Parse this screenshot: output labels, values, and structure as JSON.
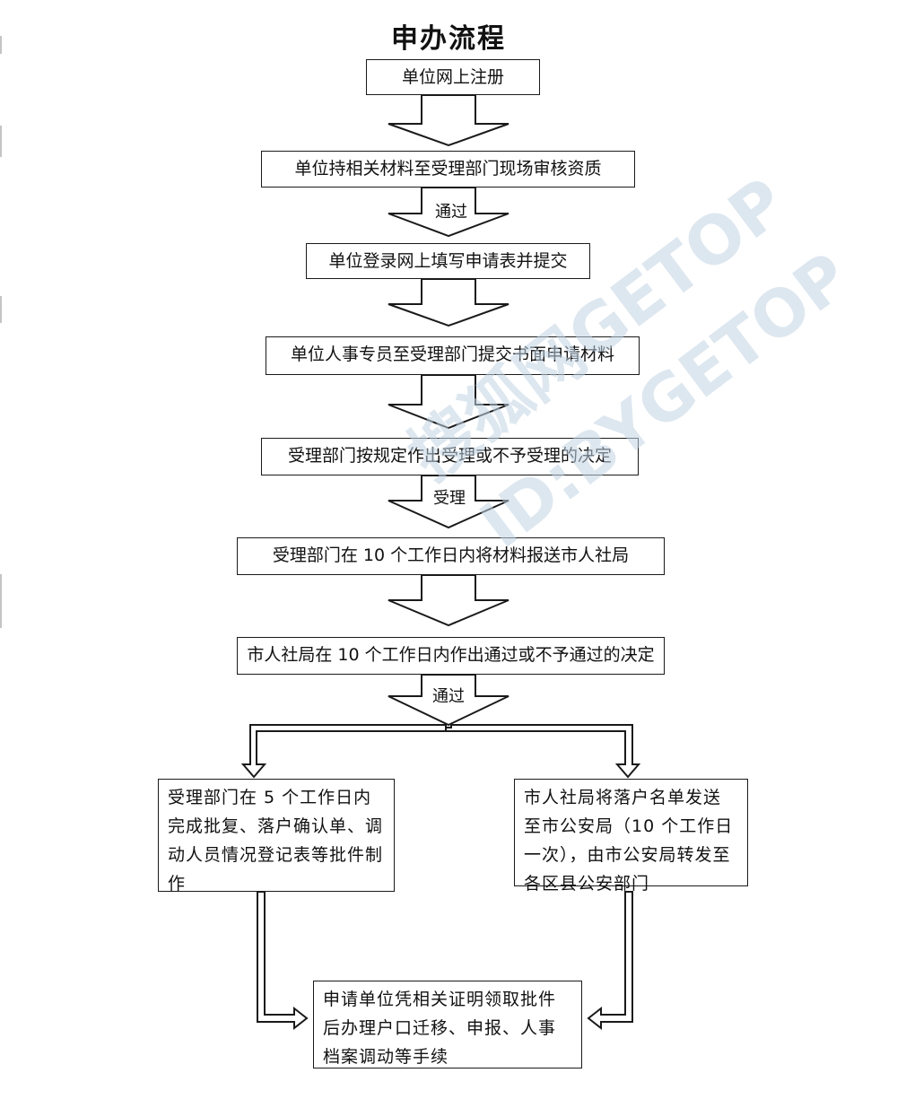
{
  "title": "申办流程",
  "steps": [
    "单位网上注册",
    "单位持相关材料至受理部门现场审核资质",
    "单位登录网上填写申请表并提交",
    "单位人事专员至受理部门提交书面申请材料",
    "受理部门按规定作出受理或不予受理的决定",
    "受理部门在 10 个工作日内将材料报送市人社局",
    "市人社局在 10 个工作日内作出通过或不予通过的决定"
  ],
  "arrow_labels": {
    "pass_1": "通过",
    "accept": "受理",
    "pass_2": "通过"
  },
  "branches": {
    "left": "受理部门在 5 个工作日内完成批复、落户确认单、调动人员情况登记表等批件制作",
    "right": "市人社局将落户名单发送至市公安局（10 个工作日一次），由市公安局转发至各区县公安部门"
  },
  "final": "申请单位凭相关证明领取批件后办理户口迁移、申报、人事档案调动等手续",
  "watermark": {
    "line1": "搜狐网GETOP",
    "line2": "ID:BYGETOP",
    "color": "#c2d4e4"
  },
  "colors": {
    "stroke": "#1a1a1a",
    "background": "#ffffff"
  }
}
